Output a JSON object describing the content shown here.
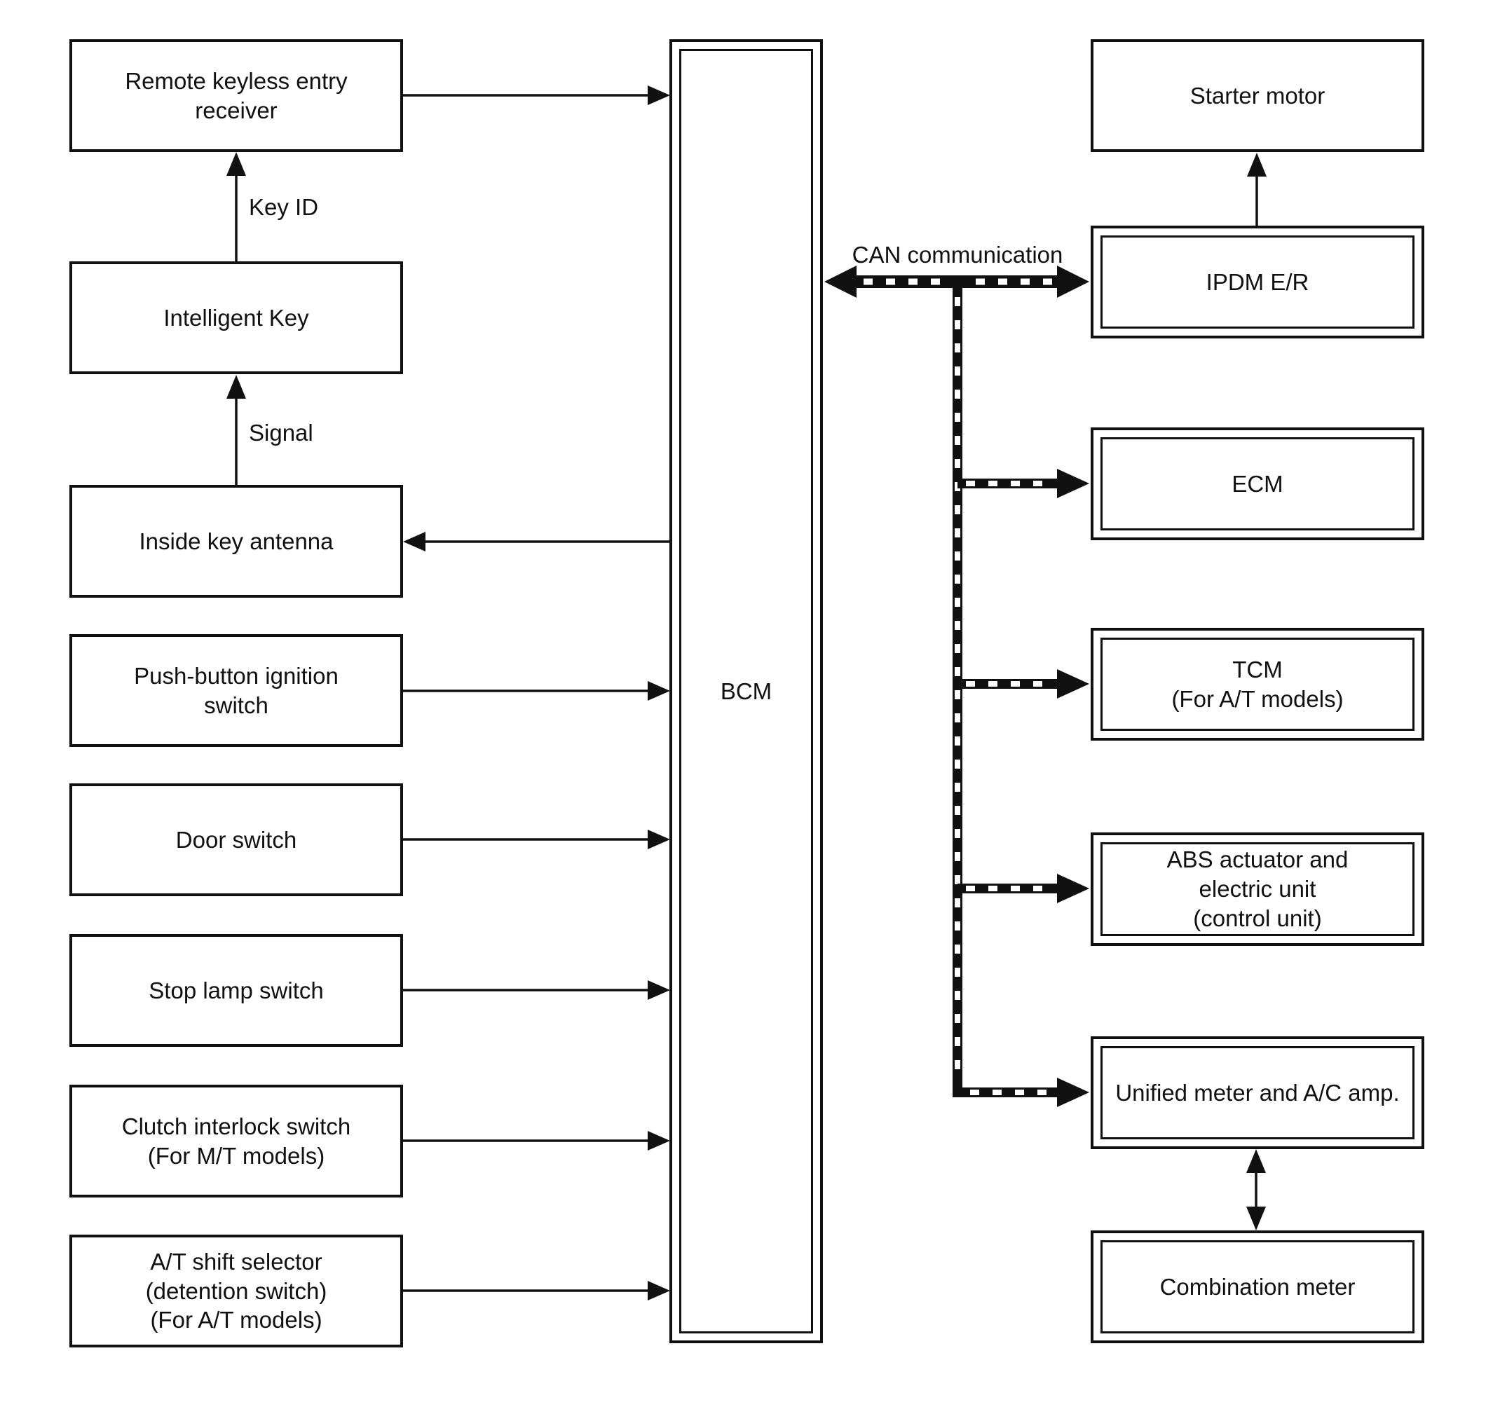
{
  "diagram": {
    "left_column": [
      {
        "label": "Remote keyless entry\nreceiver"
      },
      {
        "label": "Intelligent Key"
      },
      {
        "label": "Inside key antenna"
      },
      {
        "label": "Push-button ignition\nswitch"
      },
      {
        "label": "Door switch"
      },
      {
        "label": "Stop lamp switch"
      },
      {
        "label": "Clutch interlock switch\n(For M/T models)"
      },
      {
        "label": "A/T shift selector\n(detention switch)\n(For A/T models)"
      }
    ],
    "bcm": {
      "label": "BCM"
    },
    "right_column": [
      {
        "label": "Starter motor"
      },
      {
        "label": "IPDM E/R"
      },
      {
        "label": "ECM"
      },
      {
        "label": "TCM\n(For A/T models)"
      },
      {
        "label": "ABS actuator and\nelectric unit\n(control unit)"
      },
      {
        "label": "Unified meter and A/C amp."
      },
      {
        "label": "Combination meter"
      }
    ],
    "edge_labels": {
      "key_id": "Key ID",
      "signal": "Signal",
      "can": "CAN communication"
    }
  },
  "colors": {
    "ink": "#111111",
    "paper": "#ffffff"
  }
}
